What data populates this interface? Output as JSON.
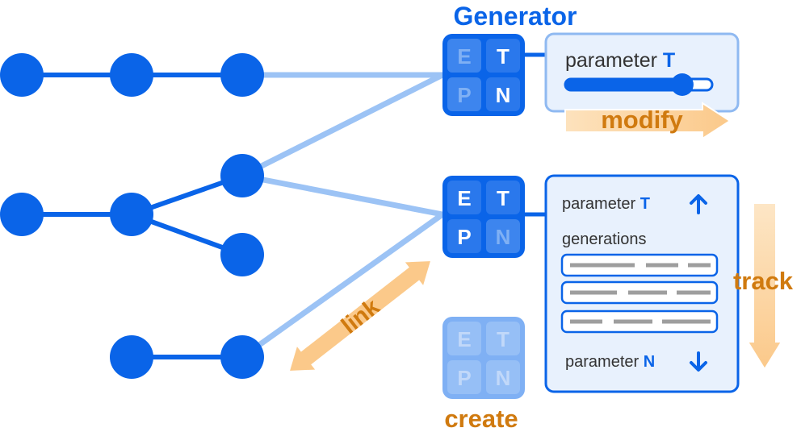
{
  "generator_title": "Generator",
  "tile_letters": {
    "e": "E",
    "t": "T",
    "p": "P",
    "n": "N"
  },
  "modify_panel": {
    "param_text": "parameter ",
    "param_letter": "T",
    "slider_value": 0.85
  },
  "track_panel": {
    "param_top_text": "parameter ",
    "param_top_letter": "T",
    "generations_label": "generations",
    "param_bottom_text": "parameter ",
    "param_bottom_letter": "N"
  },
  "actions": {
    "modify": "modify",
    "track": "track",
    "link": "link",
    "create": "create"
  },
  "icons": {
    "up": "arrow-up",
    "down": "arrow-down"
  },
  "colors": {
    "primary": "#0a64e8",
    "edge_light": "#9cc3f5",
    "panel_bg": "#e8f1fd",
    "panel_border": "#8fb9f1",
    "accent_orange": "#d07a0f",
    "arrow_fill": "#fbc98a"
  }
}
